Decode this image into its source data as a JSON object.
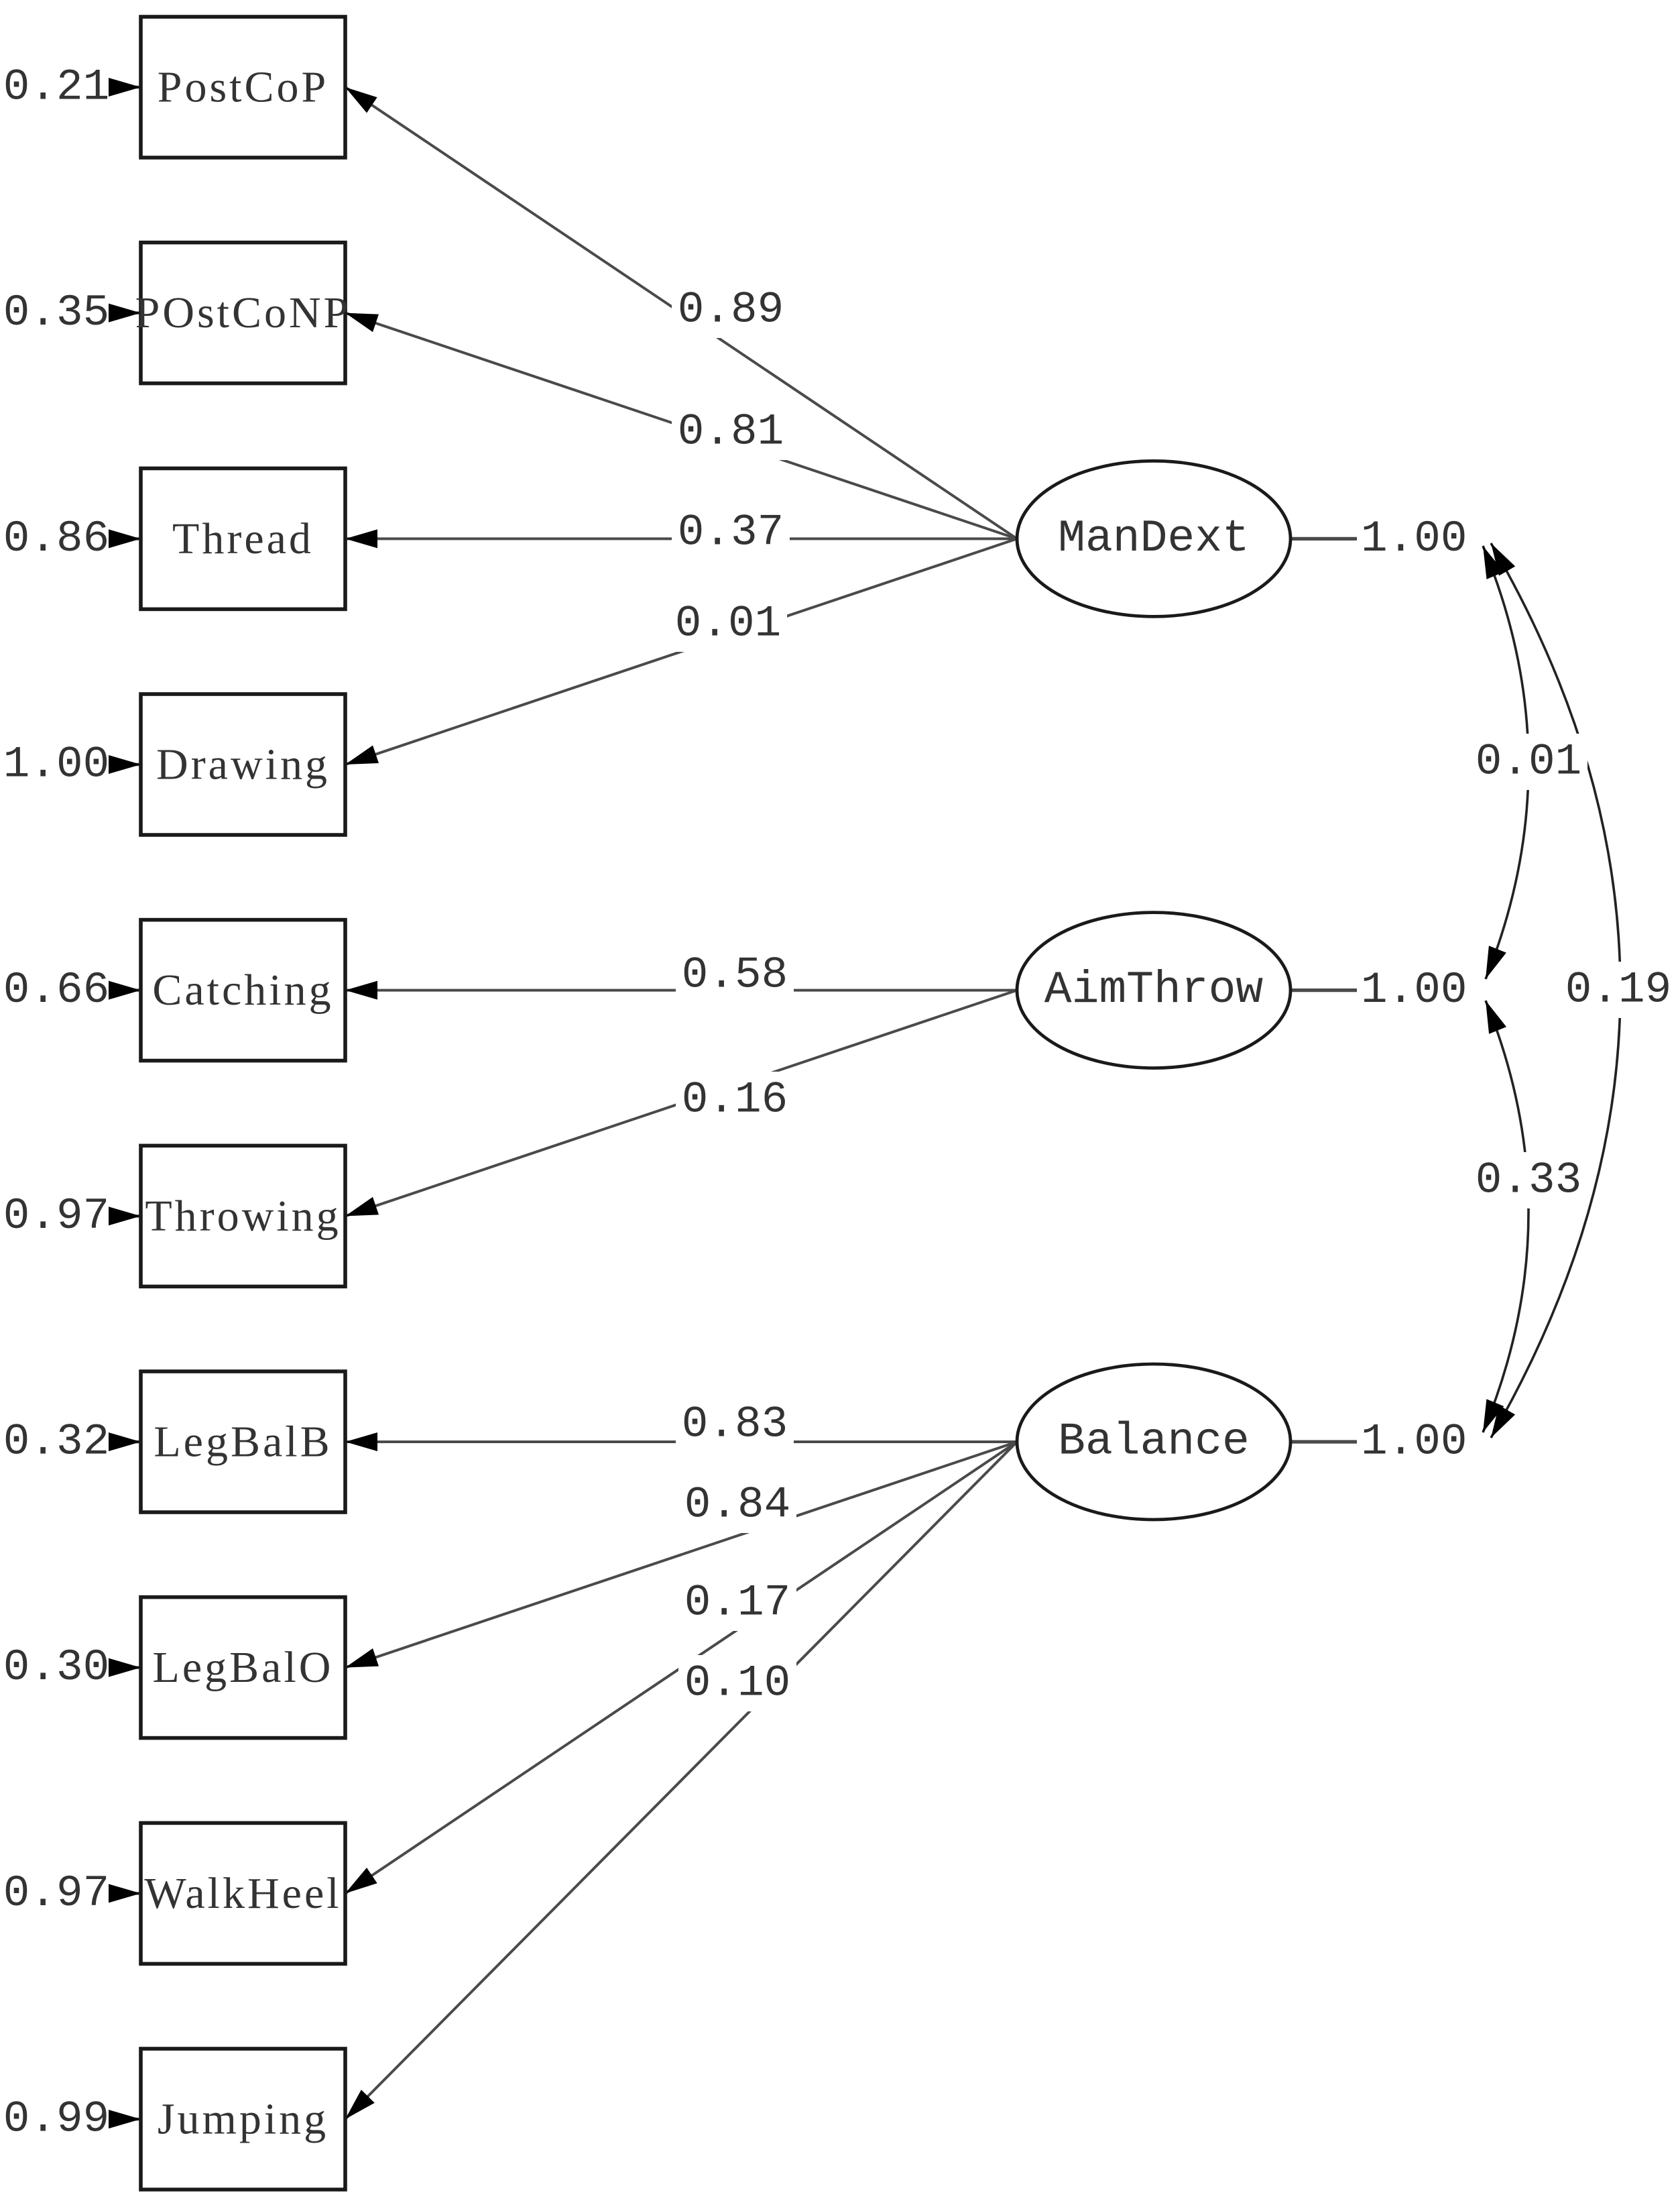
{
  "diagram": {
    "kind": "sem-cfa-path-diagram",
    "background": "#ffffff",
    "colors": {
      "shape_border": "#1a1a1a",
      "line": "#4a4a4a",
      "arrowhead": "#000000",
      "text": "#333333"
    },
    "factors": [
      {
        "name": "ManDext",
        "variance": "1.00",
        "indicators": [
          {
            "name": "PostCoP",
            "error": "0.21",
            "loading": "0.89"
          },
          {
            "name": "POstCoNP",
            "error": "0.35",
            "loading": "0.81"
          },
          {
            "name": "Thread",
            "error": "0.86",
            "loading": "0.37"
          },
          {
            "name": "Drawing",
            "error": "1.00",
            "loading": "0.01"
          }
        ]
      },
      {
        "name": "AimThrow",
        "variance": "1.00",
        "indicators": [
          {
            "name": "Catching",
            "error": "0.66",
            "loading": "0.58"
          },
          {
            "name": "Throwing",
            "error": "0.97",
            "loading": "0.16"
          }
        ]
      },
      {
        "name": "Balance",
        "variance": "1.00",
        "indicators": [
          {
            "name": "LegBalB",
            "error": "0.32",
            "loading": "0.83"
          },
          {
            "name": "LegBalO",
            "error": "0.30",
            "loading": "0.84"
          },
          {
            "name": "WalkHeel",
            "error": "0.97",
            "loading": "0.17"
          },
          {
            "name": "Jumping",
            "error": "0.99",
            "loading": "0.10"
          }
        ]
      }
    ],
    "covariances": [
      {
        "from": "ManDext",
        "to": "AimThrow",
        "value": "0.01"
      },
      {
        "from": "ManDext",
        "to": "Balance",
        "value": "0.19"
      },
      {
        "from": "AimThrow",
        "to": "Balance",
        "value": "0.33"
      }
    ]
  }
}
